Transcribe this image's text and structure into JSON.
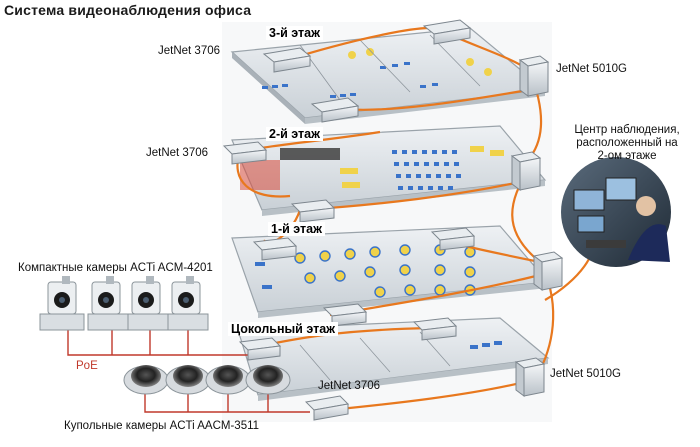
{
  "title": "Система видеонаблюдения офиса",
  "floors": {
    "third": "3-й этаж",
    "second": "2-й этаж",
    "first": "1-й этаж",
    "basement": "Цокольный этаж"
  },
  "switches": {
    "third_floor": "JetNet 3706",
    "second_floor": "JetNet 3706",
    "basement": "JetNet 3706",
    "upper_backbone": "JetNet 5010G",
    "lower_backbone": "JetNet 5010G"
  },
  "cameras": {
    "compact_label": "Компактные камеры ACTi ACM-4201",
    "dome_label": "Купольные камеры ACTi AACM-3511",
    "poe_label": "PoE"
  },
  "monitoring_center": {
    "line1": "Центр наблюдения,",
    "line2": "расположенный на",
    "line3": "2-ом этаже"
  },
  "colors": {
    "ring_link": "#e8781e",
    "poe_link": "#c0392b",
    "floor_fill": "#dfe4e8",
    "floor_edge": "#9aa3aa",
    "blue_furniture": "#3a73c9",
    "yellow_tables": "#f0d24a"
  }
}
